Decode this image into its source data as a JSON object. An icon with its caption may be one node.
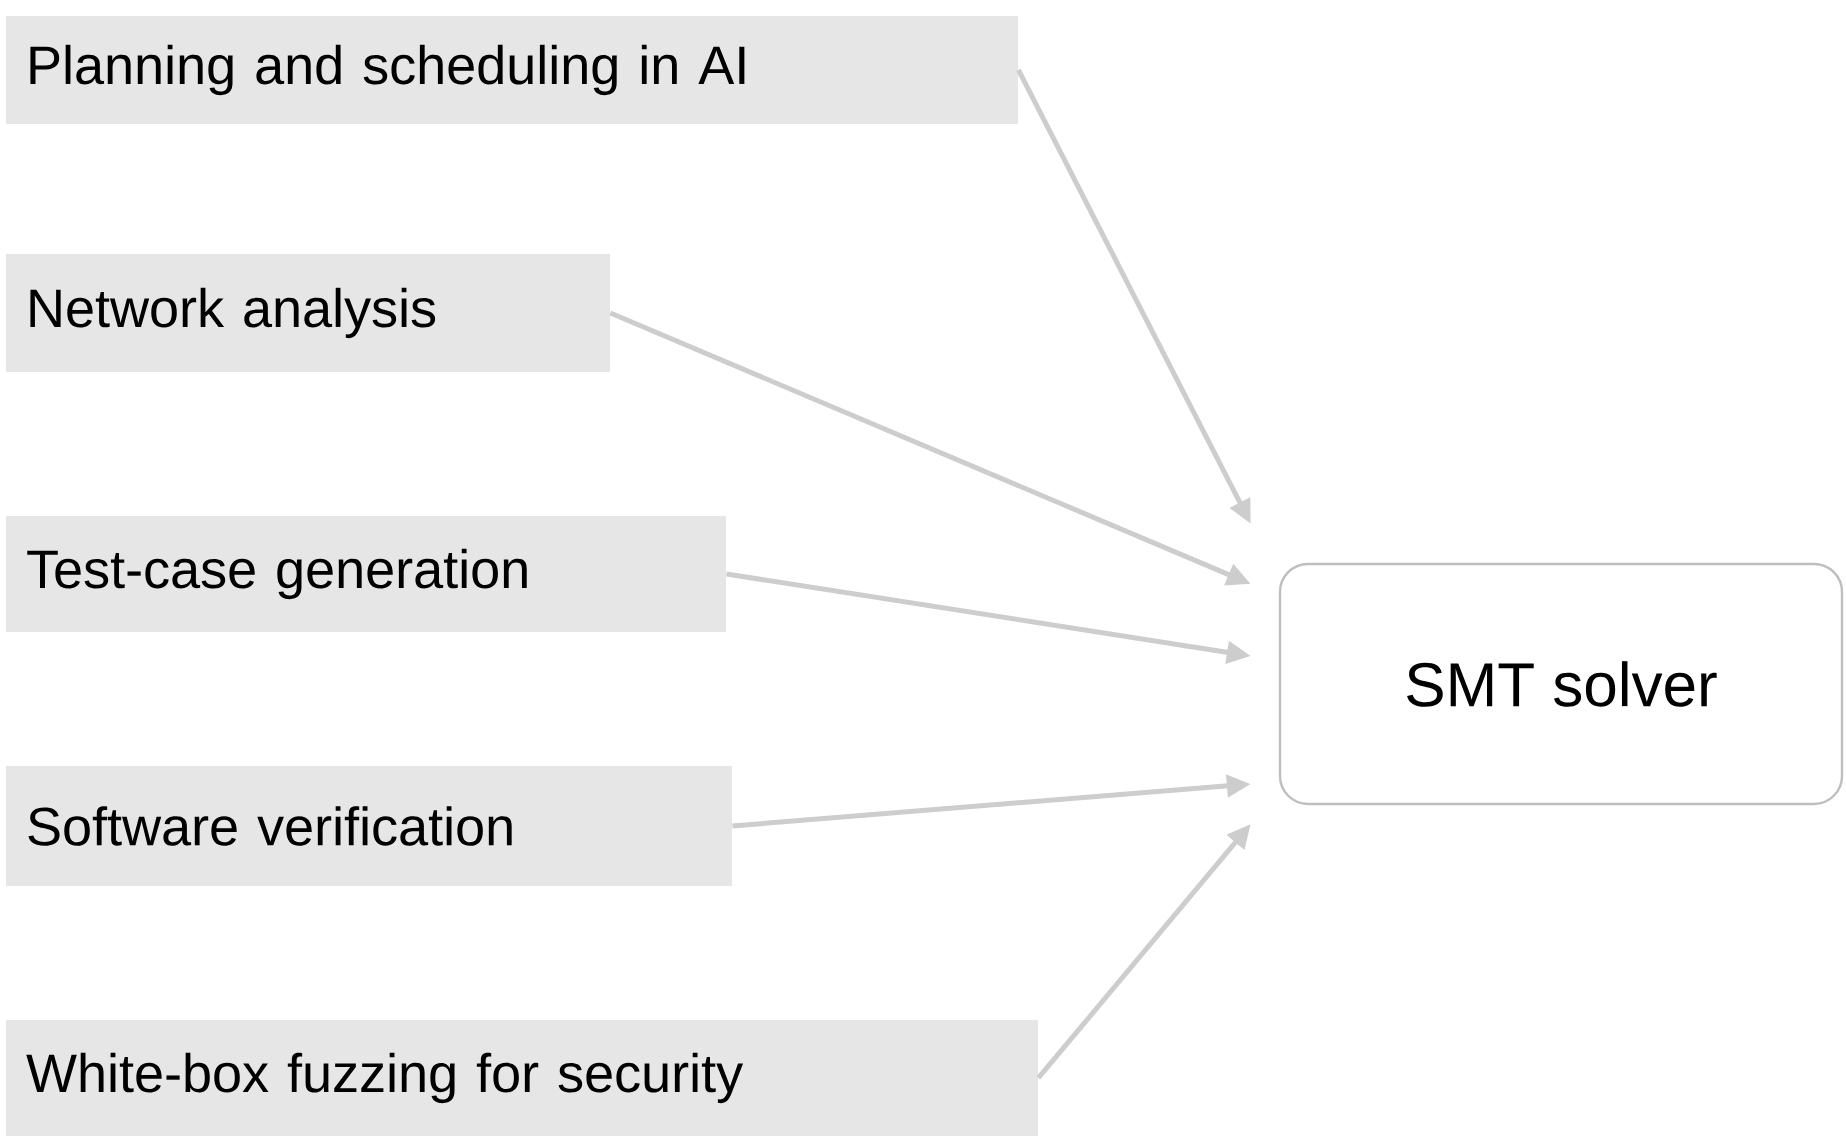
{
  "diagram": {
    "nodes": [
      {
        "text": [
          "Planning and scheduling in AI"
        ]
      },
      {
        "text": [
          "Network analysis"
        ]
      },
      {
        "text": [
          "Test-case generation"
        ]
      },
      {
        "text": [
          "Software verification"
        ]
      },
      {
        "text": [
          "White-box fuzzing for security"
        ]
      },
      {
        "text": [
          "SMT solver"
        ]
      }
    ],
    "edges": [
      {
        "from": 0,
        "to": 5,
        "arrow": "to"
      },
      {
        "from": 1,
        "to": 5,
        "arrow": "to"
      },
      {
        "from": 2,
        "to": 5,
        "arrow": "to"
      },
      {
        "from": 3,
        "to": 5,
        "arrow": "to"
      },
      {
        "from": 4,
        "to": 5,
        "arrow": "to"
      }
    ]
  }
}
